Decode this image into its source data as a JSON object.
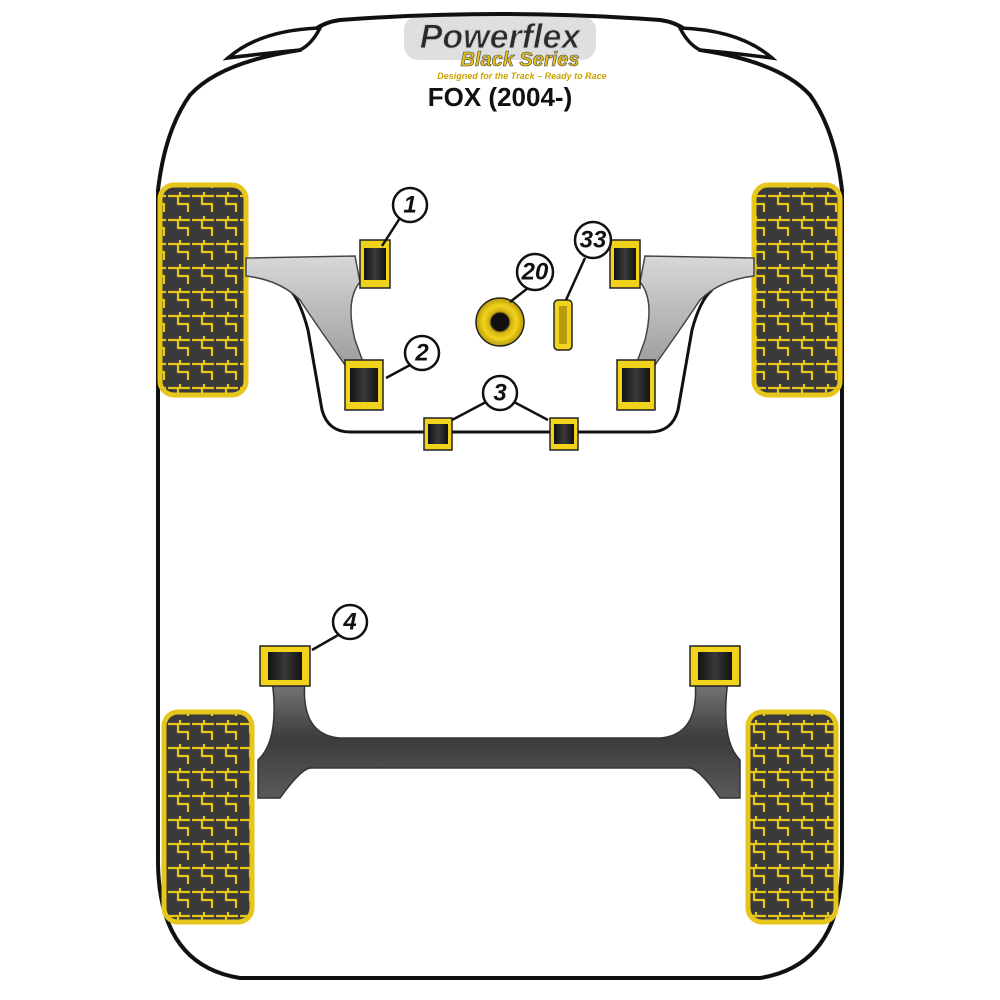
{
  "logo": {
    "brand": "Powerflex",
    "series": "Black Series",
    "tagline": "Designed for the Track – Ready to Race"
  },
  "title": "FOX (2004-)",
  "callouts": {
    "c1": "1",
    "c2": "2",
    "c3": "3",
    "c4": "4",
    "c20": "20",
    "c33": "33"
  },
  "colors": {
    "bush_yellow": "#f2d31b",
    "bush_black": "#1e1e1e",
    "arm_grey": "#b9b9b9",
    "beam_dark": "#4a4a4a",
    "outline": "#111111"
  }
}
